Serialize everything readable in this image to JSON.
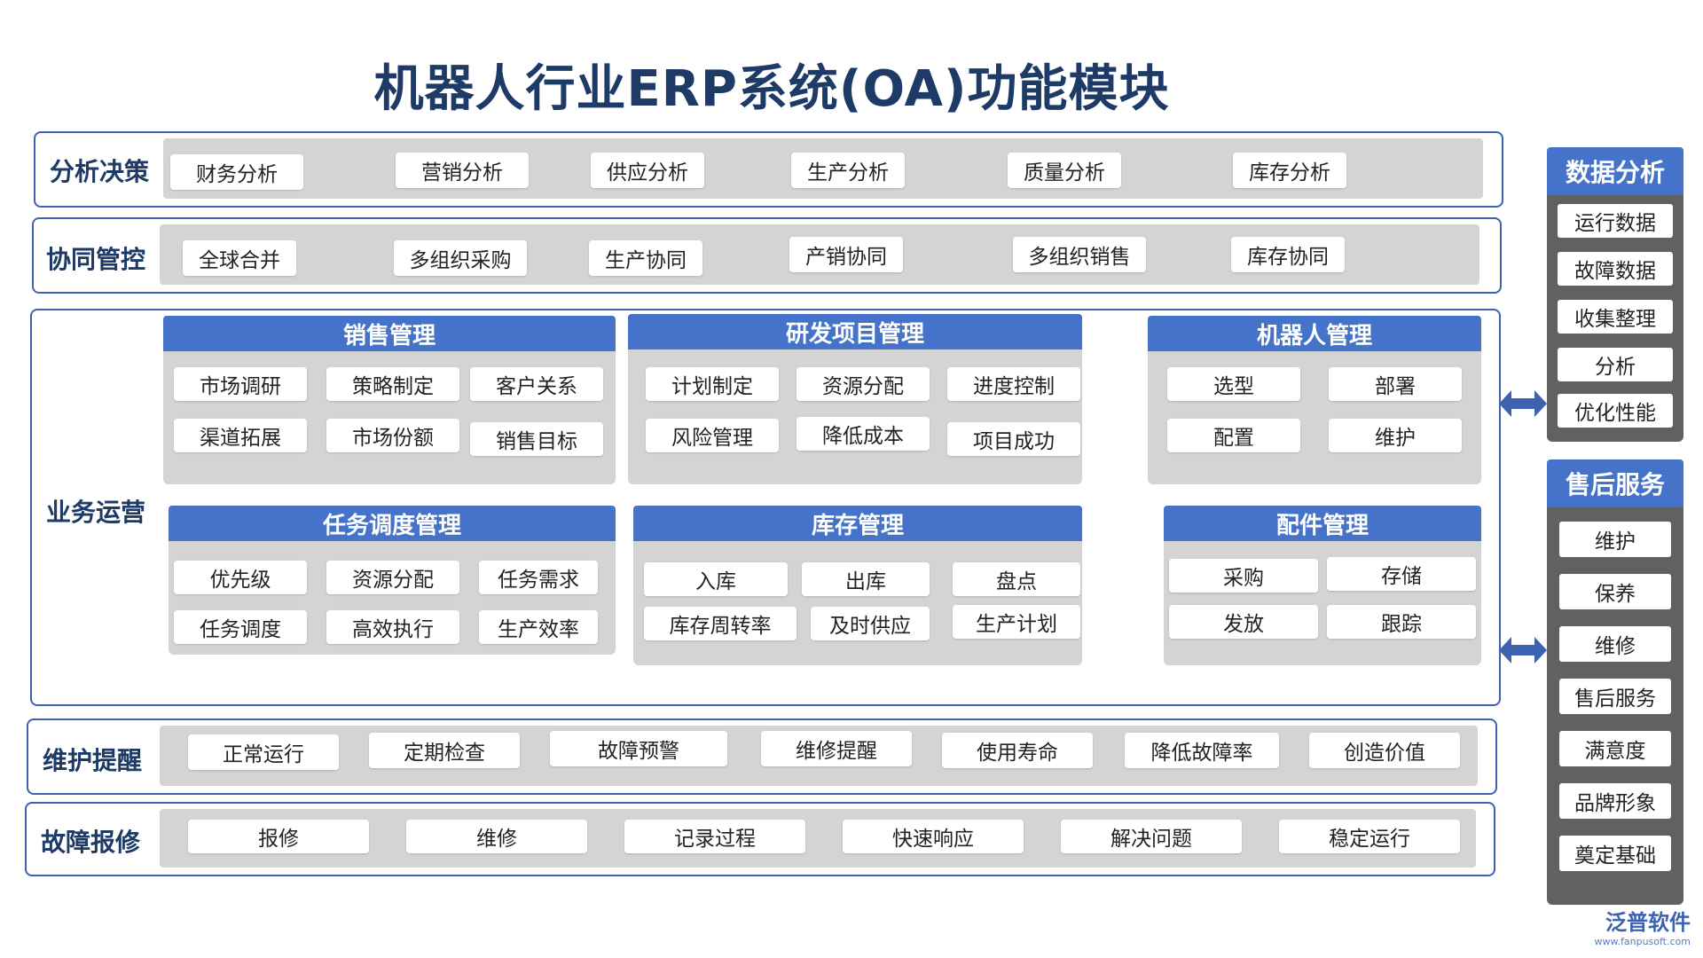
{
  "title": "机器人行业ERP系统(OA)功能模块",
  "rows": {
    "analysis": {
      "label": "分析决策",
      "items": [
        "财务分析",
        "营销分析",
        "供应分析",
        "生产分析",
        "质量分析",
        "库存分析"
      ]
    },
    "collab": {
      "label": "协同管控",
      "items": [
        "全球合并",
        "多组织采购",
        "生产协同",
        "产销协同",
        "多组织销售",
        "库存协同"
      ]
    },
    "business": {
      "label": "业务运营"
    },
    "maintain": {
      "label": "维护提醒",
      "items": [
        "正常运行",
        "定期检查",
        "故障预警",
        "维修提醒",
        "使用寿命",
        "降低故障率",
        "创造价值"
      ]
    },
    "repair": {
      "label": "故障报修",
      "items": [
        "报修",
        "维修",
        "记录过程",
        "快速响应",
        "解决问题",
        "稳定运行"
      ]
    }
  },
  "modules": {
    "sales": {
      "title": "销售管理",
      "items": [
        "市场调研",
        "策略制定",
        "客户关系",
        "渠道拓展",
        "市场份额",
        "销售目标"
      ]
    },
    "rd": {
      "title": "研发项目管理",
      "items": [
        "计划制定",
        "资源分配",
        "进度控制",
        "风险管理",
        "降低成本",
        "项目成功"
      ]
    },
    "robot": {
      "title": "机器人管理",
      "items": [
        "选型",
        "部署",
        "配置",
        "维护"
      ]
    },
    "task": {
      "title": "任务调度管理",
      "items": [
        "优先级",
        "资源分配",
        "任务需求",
        "任务调度",
        "高效执行",
        "生产效率"
      ]
    },
    "stock": {
      "title": "库存管理",
      "items": [
        "入库",
        "出库",
        "盘点",
        "库存周转率",
        "及时供应",
        "生产计划"
      ]
    },
    "parts": {
      "title": "配件管理",
      "items": [
        "采购",
        "存储",
        "发放",
        "跟踪"
      ]
    }
  },
  "side": {
    "data": {
      "title": "数据分析",
      "items": [
        "运行数据",
        "故障数据",
        "收集整理",
        "分析",
        "优化性能"
      ]
    },
    "service": {
      "title": "售后服务",
      "items": [
        "维护",
        "保养",
        "维修",
        "售后服务",
        "满意度",
        "品牌形象",
        "奠定基础"
      ]
    }
  },
  "logo": {
    "name": "泛普软件",
    "url": "www.fanpusoft.com"
  },
  "colors": {
    "accent": "#4473c9",
    "border": "#3c62b0",
    "title": "#1e3a66",
    "panel": "#d4d4d4"
  }
}
